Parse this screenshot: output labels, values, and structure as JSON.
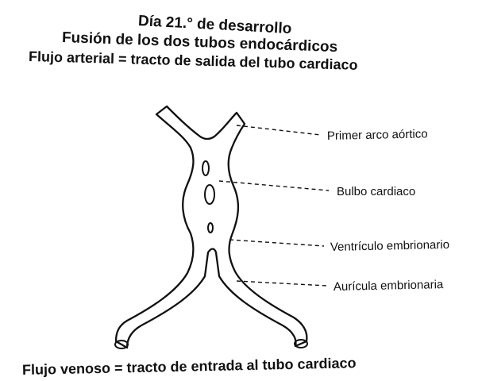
{
  "title_lines": [
    "Día 21.° de desarrollo",
    "Fusión de los dos tubos endocárdicos",
    "Flujo arterial = tracto de salida del tubo cardiaco"
  ],
  "bottom_caption": "Flujo venoso = tracto de entrada al tubo cardiaco",
  "labels": [
    "Primer arco aórtico",
    "Bulbo cardiaco",
    "Ventrículo embrionario",
    "Aurícula embrionaria"
  ]
}
